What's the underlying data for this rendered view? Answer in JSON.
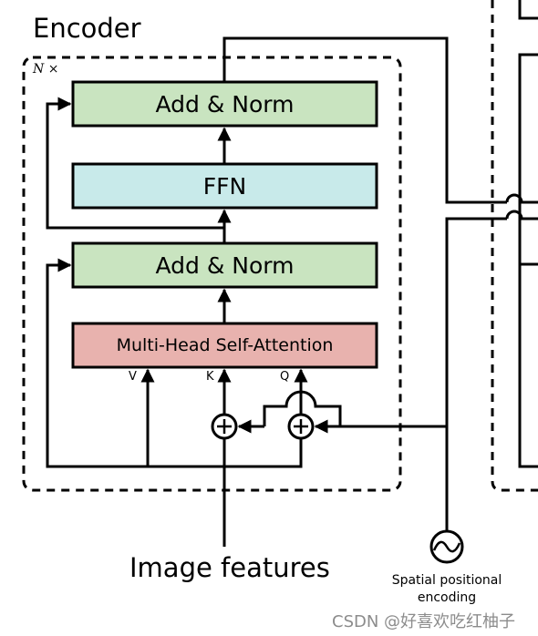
{
  "encoder": {
    "title": "Encoder",
    "repeat_label": "N ×",
    "blocks": {
      "add_norm_top": "Add & Norm",
      "ffn": "FFN",
      "add_norm_bottom": "Add & Norm",
      "attention": "Multi-Head Self-Attention"
    },
    "ports": {
      "v": "V",
      "k": "K",
      "q": "Q"
    }
  },
  "input_label": "Image features",
  "positional_encoding_label": "Spatial positional encoding",
  "watermark": "CSDN @好喜欢吃红柚子",
  "colors": {
    "add_norm_fill": "#c9e4c0",
    "ffn_fill": "#c8eaea",
    "attention_fill": "#e8b2ae",
    "stroke": "#000000"
  }
}
